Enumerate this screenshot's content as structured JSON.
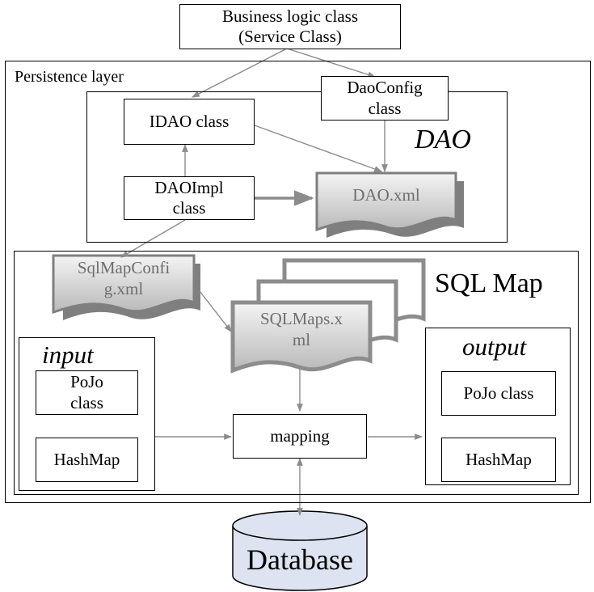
{
  "service_box": {
    "line1": "Business logic class",
    "line2": "(Service Class)"
  },
  "persistence_layer": {
    "label": "Persistence layer"
  },
  "dao": {
    "title": "DAO",
    "idao_class": "IDAO class",
    "dao_config": {
      "line1": "DaoConfig",
      "line2": "class"
    },
    "dao_impl": {
      "line1": "DAOImpl",
      "line2": "class"
    },
    "dao_xml": "DAO.xml"
  },
  "sql_map": {
    "title": "SQL Map",
    "sqlmapconfig_xml": {
      "line1": "SqlMapConfi",
      "line2": "g.xml"
    },
    "sqlmaps_xml": {
      "line1": "SQLMaps.x",
      "line2": "ml"
    },
    "input": {
      "title": "input",
      "pojo": {
        "line1": "PoJo",
        "line2": "class"
      },
      "hashmap": "HashMap"
    },
    "output": {
      "title": "output",
      "pojo": "PoJo class",
      "hashmap": "HashMap"
    },
    "mapping": "mapping"
  },
  "database": {
    "label": "Database"
  },
  "colors": {
    "arrow": "#8c8c8c",
    "document_fill": "#d9d9d9",
    "document_shadow": "#7f7f7f",
    "database_fill": "#dde3f0"
  }
}
